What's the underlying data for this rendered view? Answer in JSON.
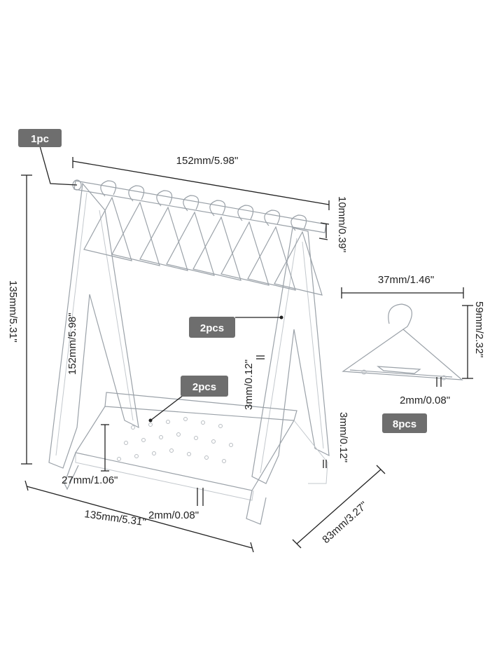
{
  "colors": {
    "badge": "#6e6e6e",
    "outline": "#9aa1a8",
    "dimension": "#222222"
  },
  "badges": {
    "bar": "1pc",
    "side_frames": "2pcs",
    "base_panels": "2pcs",
    "hangers": "8pcs"
  },
  "dimensions": {
    "bar_length": "152mm/5.98\"",
    "bar_height": "10mm/0.39\"",
    "total_height": "135mm/5.31\"",
    "frame_height": "152mm/5.98\"",
    "frame_thickness": "3mm/0.12\"",
    "base_thickness": "3mm/0.12\"",
    "base_height": "27mm/1.06\"",
    "base_slot": "2mm/0.08\"",
    "base_width": "135mm/5.31\"",
    "base_depth": "83mm/3.27\"",
    "hanger_width": "37mm/1.46\"",
    "hanger_height": "59mm/2.32\"",
    "hanger_thickness": "2mm/0.08\""
  }
}
